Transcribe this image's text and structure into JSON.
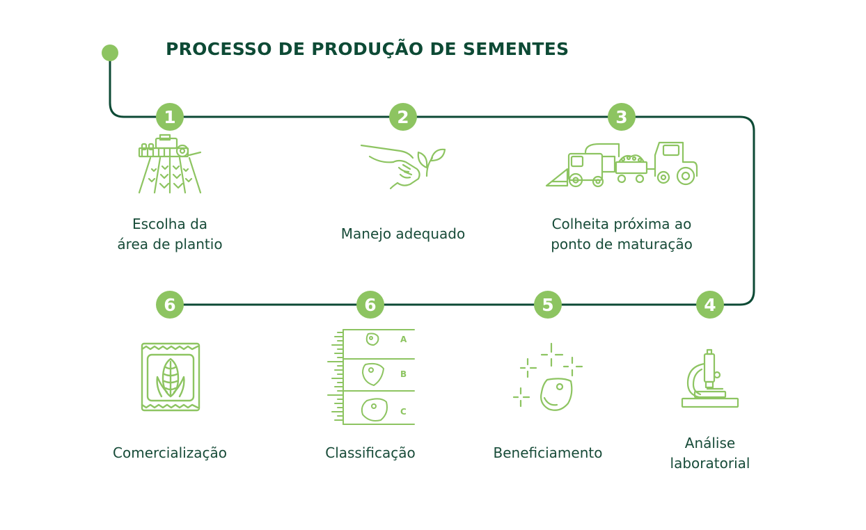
{
  "title": "PROCESSO DE PRODUÇÃO DE SEMENTES",
  "colors": {
    "line": "#0d4a35",
    "accent": "#8dc461",
    "text": "#174b38"
  },
  "steps": [
    {
      "number": "1",
      "lines": [
        "Escolha da",
        "área de plantio"
      ],
      "icon": "tractor-field-icon"
    },
    {
      "number": "2",
      "lines": [
        "Manejo adequado"
      ],
      "icon": "hand-sprout-icon"
    },
    {
      "number": "3",
      "lines": [
        "Colheita próxima ao",
        "ponto de maturação"
      ],
      "icon": "harvester-icon"
    },
    {
      "number": "4",
      "lines": [
        "Análise",
        "laboratorial"
      ],
      "icon": "microscope-icon"
    },
    {
      "number": "5",
      "lines": [
        "Beneficiamento"
      ],
      "icon": "sparkling-seed-icon"
    },
    {
      "number": "6",
      "lines": [
        "Classificação"
      ],
      "icon": "seed-classification-icon",
      "grades": [
        "A",
        "B",
        "C"
      ]
    },
    {
      "number": "6",
      "lines": [
        "Comercialização"
      ],
      "icon": "seed-bag-icon"
    }
  ]
}
